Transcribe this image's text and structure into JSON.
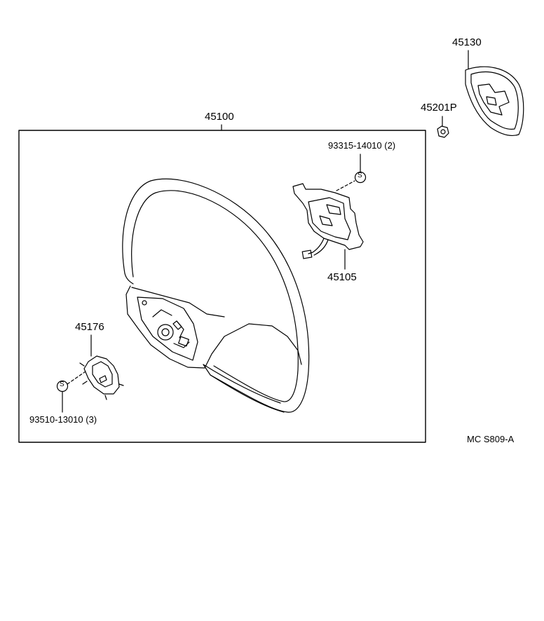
{
  "parts": {
    "steering_wheel": "45100",
    "pad_cover": "45130",
    "nut": "45201P",
    "bracket_screw": "93315-14010 (2)",
    "bracket": "45105",
    "plate": "45176",
    "plate_screw": "93510-13010 (3)"
  },
  "screw_symbol": "S",
  "diagram_code": "MC S809-A",
  "colors": {
    "line": "#000000",
    "background": "#ffffff"
  }
}
